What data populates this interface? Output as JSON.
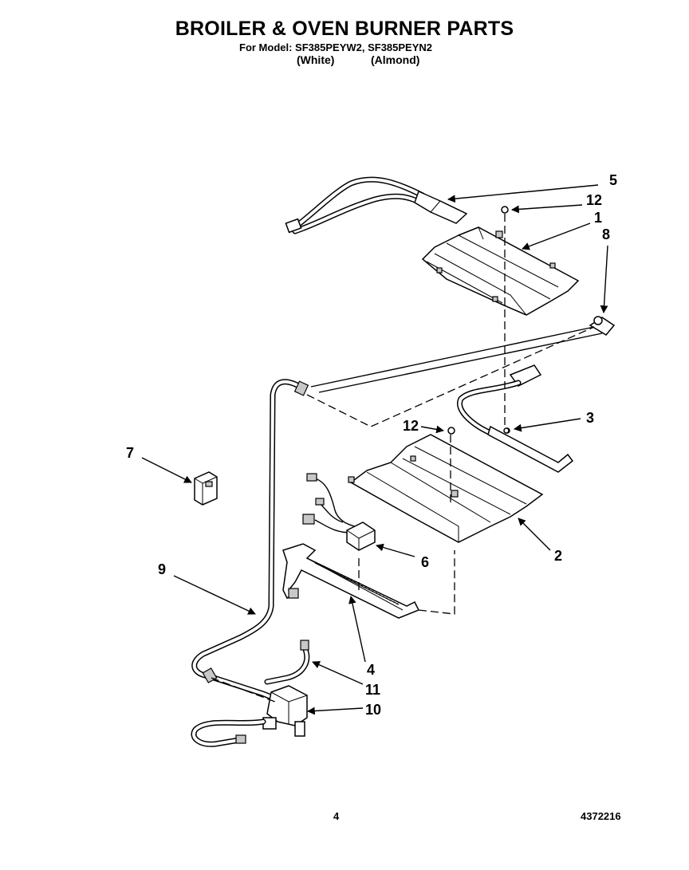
{
  "header": {
    "title": "BROILER & OVEN BURNER PARTS",
    "model_line": "For Model: SF385PEYW2, SF385PEYN2",
    "variant_white": "(White)",
    "variant_almond": "(Almond)"
  },
  "callouts": {
    "c1": "1",
    "c2": "2",
    "c3": "3",
    "c4": "4",
    "c5": "5",
    "c6": "6",
    "c7": "7",
    "c8": "8",
    "c9": "9",
    "c10": "10",
    "c11": "11",
    "c12a": "12",
    "c12b": "12"
  },
  "footer": {
    "page_number": "4",
    "document_number": "4372216"
  }
}
